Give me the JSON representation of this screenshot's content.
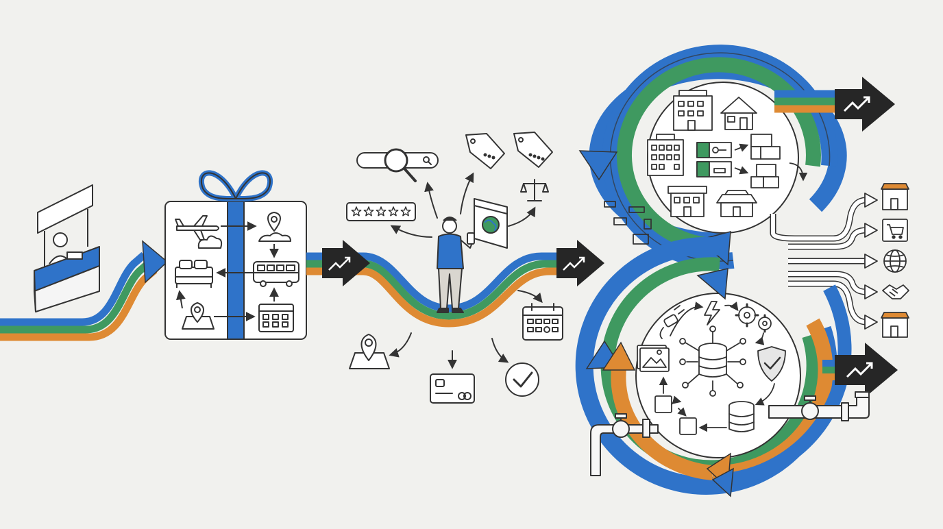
{
  "palette": {
    "background": "#f1f1ee",
    "blue": "#2f73c9",
    "green": "#3f9960",
    "orange": "#de8a33",
    "ink": "#333333",
    "dark_arrow": "#262626",
    "panel": "#ffffff"
  },
  "icons": {
    "booth": "travel-booth-with-agent",
    "bundle": "gift-box-travel-bundle",
    "traveler": "traveler-with-phone",
    "growth": "trend-up-arrow",
    "supply_loop": "property-supply-loop",
    "tech_loop": "data-platform-loop",
    "channels": [
      "storefront",
      "shopping-cart",
      "globe",
      "handshake",
      "storefront"
    ]
  },
  "rating": {
    "stars": 5
  }
}
